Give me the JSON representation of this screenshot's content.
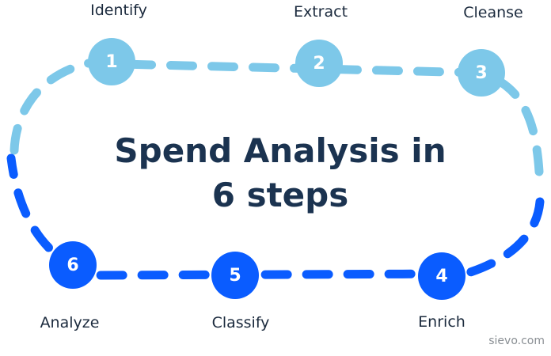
{
  "title": {
    "line1": "Spend Analysis in",
    "line2": "6 steps"
  },
  "colors": {
    "light_blue": "#7DC8E9",
    "dark_blue": "#0A5CFF",
    "title_navy": "#1B3350",
    "label_text": "#1B2A3D",
    "credit_text": "#8A8F94"
  },
  "steps": [
    {
      "number": "1",
      "label": "Identify",
      "phase": "light"
    },
    {
      "number": "2",
      "label": "Extract",
      "phase": "light"
    },
    {
      "number": "3",
      "label": "Cleanse",
      "phase": "light"
    },
    {
      "number": "4",
      "label": "Enrich",
      "phase": "dark"
    },
    {
      "number": "5",
      "label": "Classify",
      "phase": "dark"
    },
    {
      "number": "6",
      "label": "Analyze",
      "phase": "dark"
    }
  ],
  "credit": "sievo.com"
}
